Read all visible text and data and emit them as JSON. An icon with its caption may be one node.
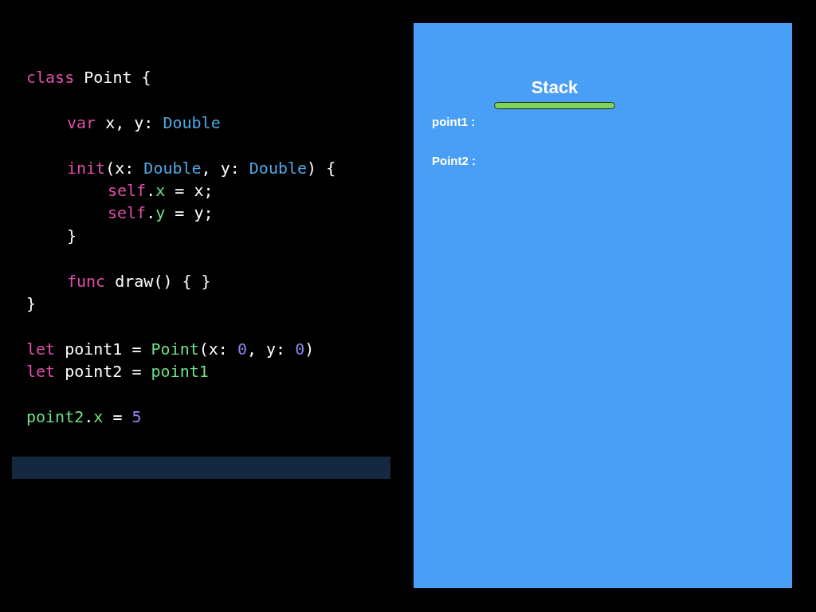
{
  "diagram": {
    "nodes": [
      {
        "text": [
          "Stack",
          "point1 :",
          "Point2 :"
        ]
      }
    ],
    "labels": [
      "class Point {",
      "var x, y: Double",
      "init(x: Double, y: Double) {",
      "self.x = x;",
      "self.y = y;",
      "}",
      "func draw() { }",
      "}",
      "let point1 = Point(x: 0, y: 0)",
      "let point2 = point1",
      "point2.x = 5"
    ]
  }
}
